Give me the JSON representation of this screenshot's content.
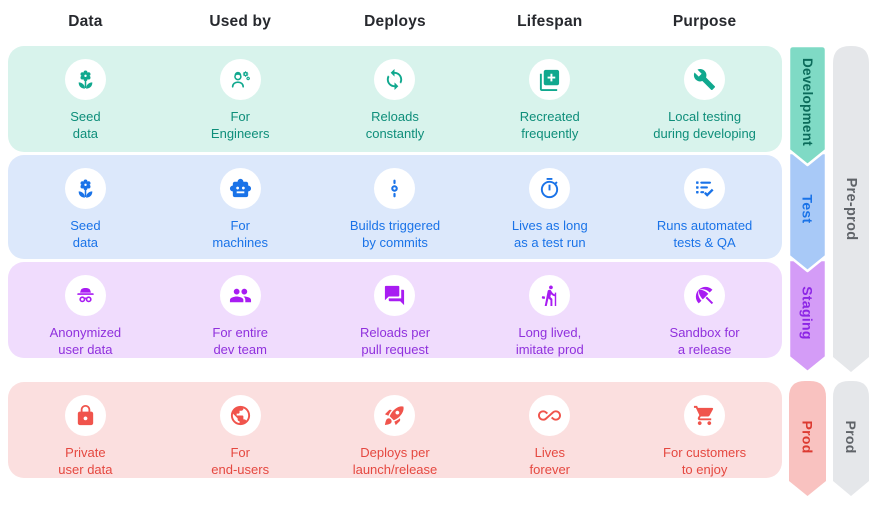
{
  "header": {
    "columns": [
      "Data",
      "Used by",
      "Deploys",
      "Lifespan",
      "Purpose"
    ]
  },
  "rows": [
    {
      "env": "Development",
      "cells": [
        {
          "icon": "seed-flower-icon",
          "label": "Seed\ndata"
        },
        {
          "icon": "engineer-icon",
          "label": "For\nEngineers"
        },
        {
          "icon": "sync-arrows-icon",
          "label": "Reloads\nconstantly"
        },
        {
          "icon": "library-add-icon",
          "label": "Recreated\nfrequently"
        },
        {
          "icon": "wrench-icon",
          "label": "Local testing\nduring developing"
        }
      ]
    },
    {
      "env": "Test",
      "cells": [
        {
          "icon": "seed-flower-icon",
          "label": "Seed\ndata"
        },
        {
          "icon": "robot-icon",
          "label": "For\nmachines"
        },
        {
          "icon": "commit-icon",
          "label": "Builds triggered\nby commits"
        },
        {
          "icon": "timer-icon",
          "label": "Lives as long\nas a test run"
        },
        {
          "icon": "checklist-icon",
          "label": "Runs automated\ntests & QA"
        }
      ]
    },
    {
      "env": "Staging",
      "cells": [
        {
          "icon": "incognito-icon",
          "label": "Anonymized\nuser data"
        },
        {
          "icon": "group-icon",
          "label": "For entire\ndev team"
        },
        {
          "icon": "chat-bubbles-icon",
          "label": "Reloads per\npull request"
        },
        {
          "icon": "hiking-icon",
          "label": "Long lived,\nimitate prod"
        },
        {
          "icon": "beach-umbrella-icon",
          "label": "Sandbox for\na release"
        }
      ]
    },
    {
      "env": "Prod",
      "cells": [
        {
          "icon": "lock-icon",
          "label": "Private\nuser data"
        },
        {
          "icon": "globe-icon",
          "label": "For\nend-users"
        },
        {
          "icon": "rocket-icon",
          "label": "Deploys per\nlaunch/release"
        },
        {
          "icon": "infinity-icon",
          "label": "Lives\nforever"
        },
        {
          "icon": "shopping-cart-icon",
          "label": "For customers\nto enjoy"
        }
      ]
    }
  ],
  "ribbons": {
    "development": {
      "label": "Development",
      "fill": "#7FDAC5",
      "text_color": "#0B6B5A"
    },
    "test": {
      "label": "Test",
      "fill": "#A8C9F7",
      "text_color": "#1A73E8"
    },
    "staging": {
      "label": "Staging",
      "fill": "#D49CF7",
      "text_color": "#8C25E5"
    },
    "preprod": {
      "label": "Pre-prod",
      "fill": "#E5E7EA",
      "text_color": "#5F6368"
    },
    "prod": {
      "label": "Prod",
      "fill": "#F9C2C0",
      "text_color": "#DC3A31"
    },
    "prod_outer": {
      "label": "Prod",
      "fill": "#E5E7EA",
      "text_color": "#5F6368"
    }
  },
  "colors": {
    "dev_bg": "#D8F3EC",
    "dev_accent": "#10A88E",
    "test_bg": "#DCE8FB",
    "test_accent": "#1A73E8",
    "staging_bg": "#F0DCFD",
    "staging_accent": "#A81CF2",
    "prod_bg": "#FBDFDF",
    "prod_accent": "#F0544C",
    "header_text": "#27292e"
  }
}
